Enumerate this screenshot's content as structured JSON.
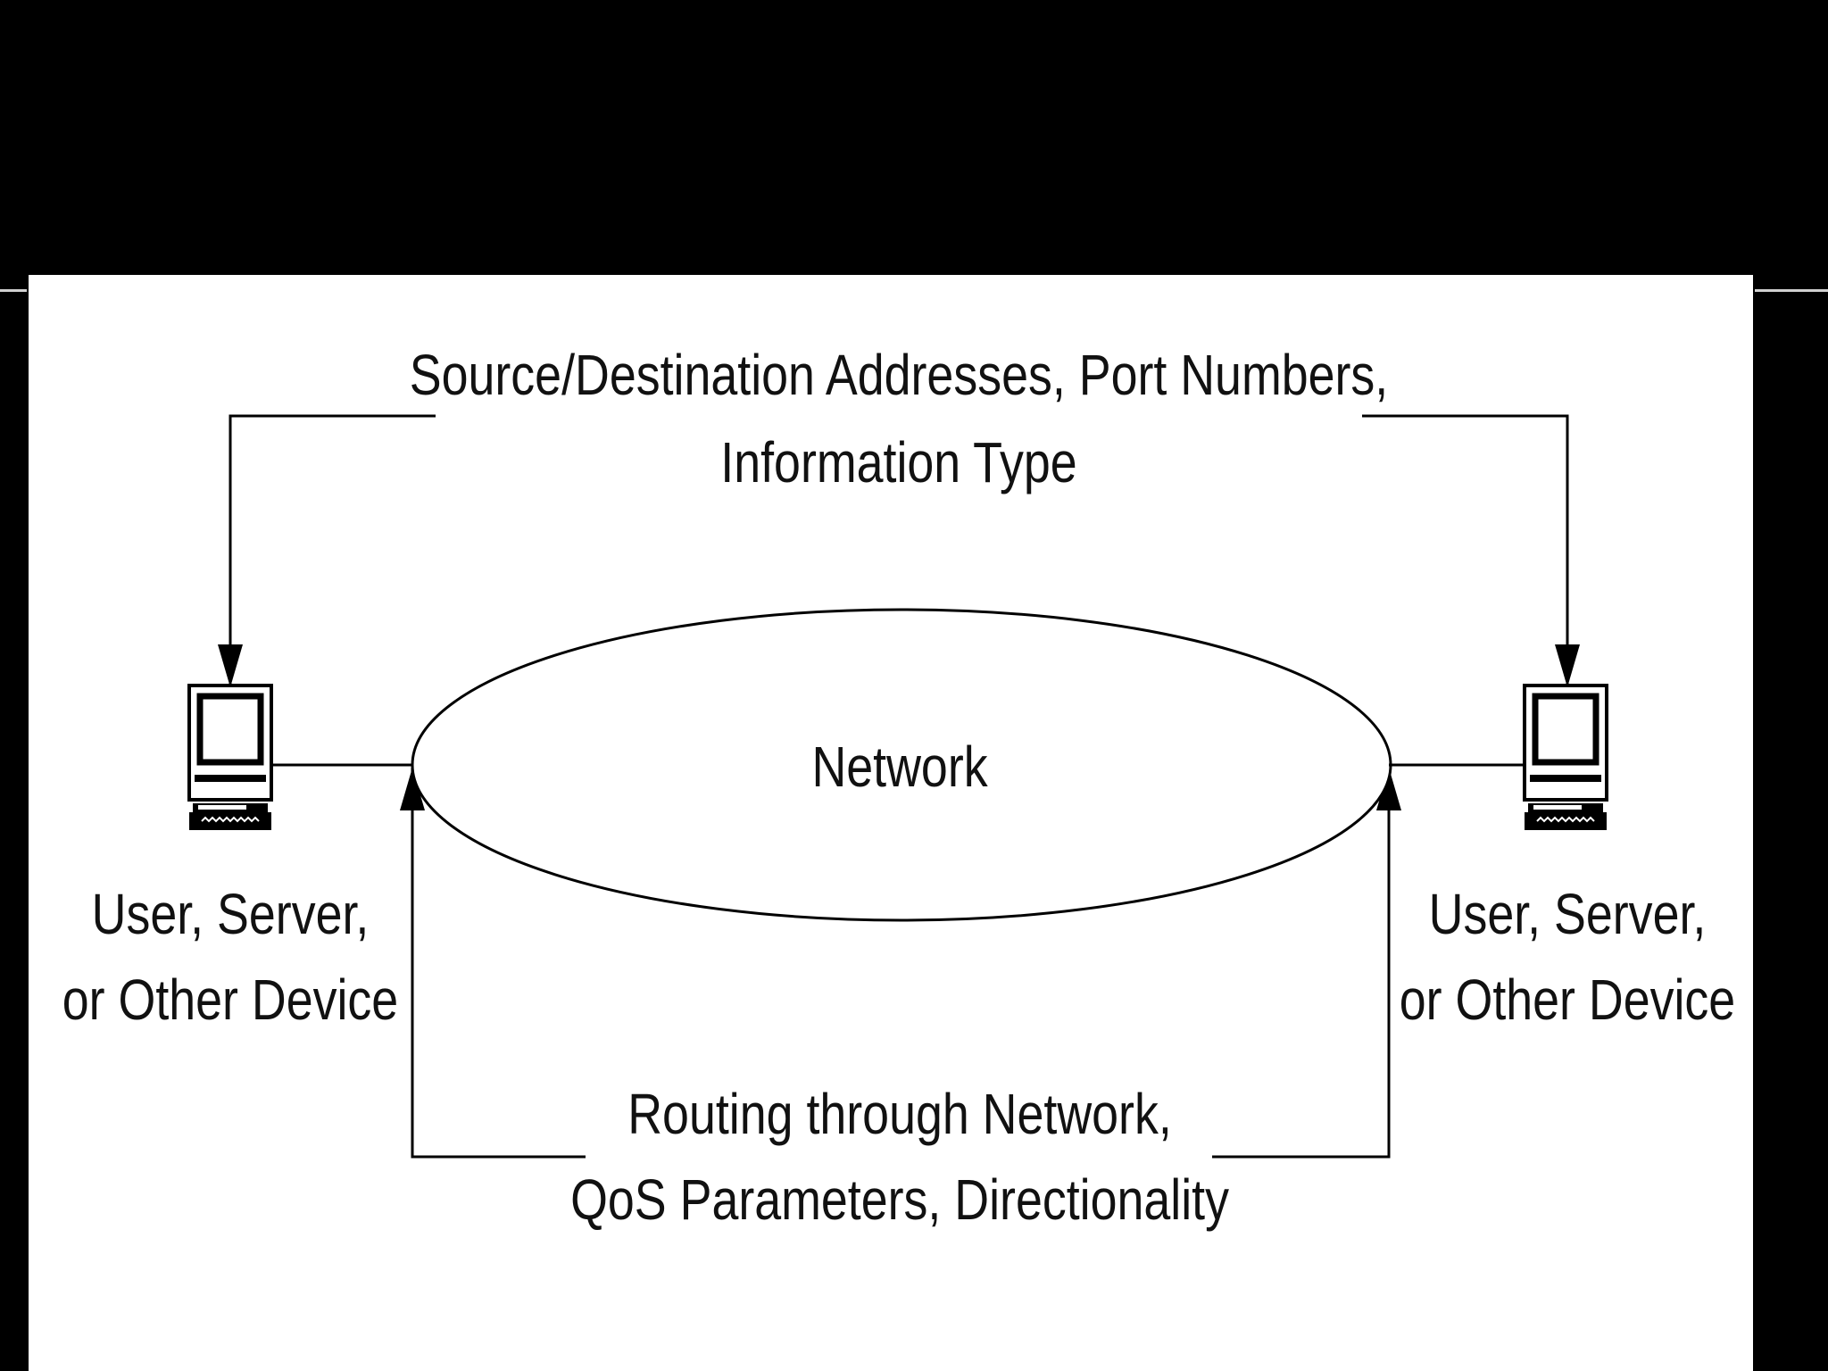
{
  "diagram": {
    "top_label": {
      "line1": "Source/Destination Addresses, Port Numbers,",
      "line2": "Information Type"
    },
    "bottom_label": {
      "line1": "Routing through Network,",
      "line2": "QoS Parameters, Directionality"
    },
    "network_label": "Network",
    "left_device": {
      "line1": "User, Server,",
      "line2": "or Other Device",
      "icon": "computer-icon"
    },
    "right_device": {
      "line1": "User, Server,",
      "line2": "or Other Device",
      "icon": "computer-icon"
    }
  }
}
